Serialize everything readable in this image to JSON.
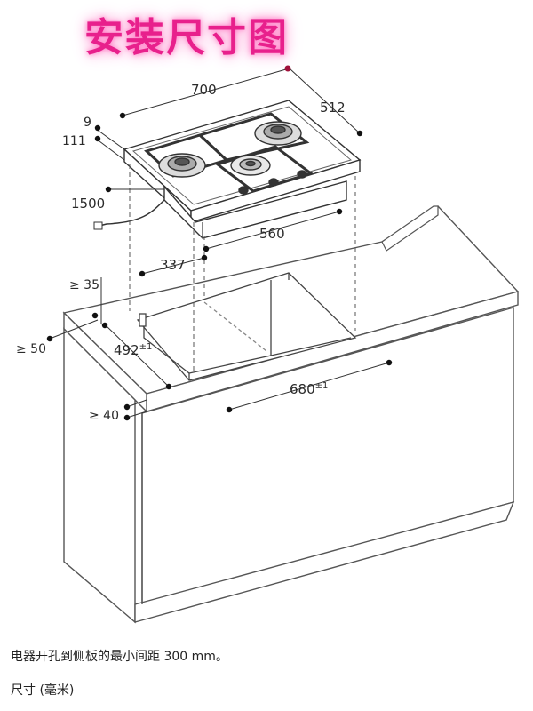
{
  "title": "安装尺寸图",
  "dimensions": {
    "hob_width": "700",
    "hob_depth": "512",
    "hob_top_offset": "9",
    "hob_height": "111",
    "cable_length": "1500",
    "hob_bottom_width": "560",
    "cutout_front_offset": "337",
    "front_edge_min": "≥ 35",
    "rear_edge_min": "≥ 50",
    "cutout_depth": "492",
    "cutout_depth_tol": "±1",
    "cutout_width": "680",
    "cutout_width_tol": "±1",
    "worktop_min": "≥ 40"
  },
  "notes": {
    "clearance": "电器开孔到侧板的最小间距 300 mm。",
    "units": "尺寸 (毫米)"
  },
  "colors": {
    "title": "#e8208c",
    "line": "#333333",
    "dot": "#111111",
    "accent_dot": "#a0103a"
  }
}
